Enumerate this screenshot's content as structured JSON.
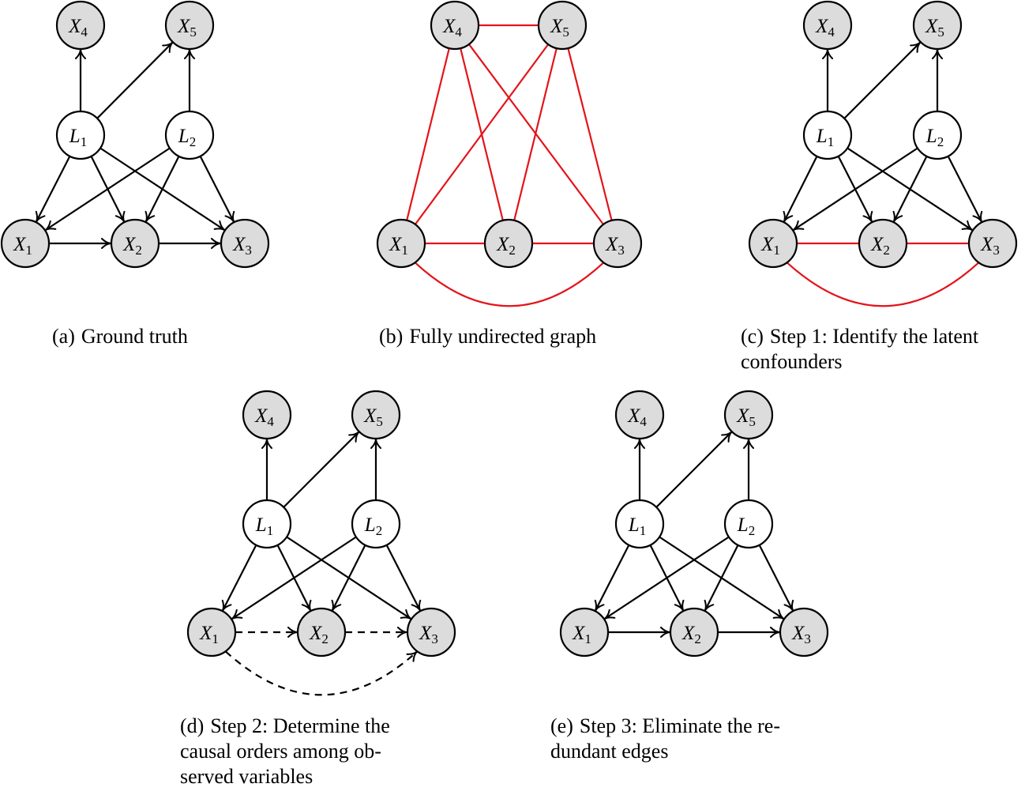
{
  "panels": [
    {
      "id": "a",
      "caption_tag": "(a)",
      "caption_text": "Ground truth",
      "nodes": [
        {
          "id": "X4",
          "letter": "X",
          "sub": "4",
          "kind": "observed"
        },
        {
          "id": "X5",
          "letter": "X",
          "sub": "5",
          "kind": "observed"
        },
        {
          "id": "L1",
          "letter": "L",
          "sub": "1",
          "kind": "latent"
        },
        {
          "id": "L2",
          "letter": "L",
          "sub": "2",
          "kind": "latent"
        },
        {
          "id": "X1",
          "letter": "X",
          "sub": "1",
          "kind": "observed"
        },
        {
          "id": "X2",
          "letter": "X",
          "sub": "2",
          "kind": "observed"
        },
        {
          "id": "X3",
          "letter": "X",
          "sub": "3",
          "kind": "observed"
        }
      ],
      "edges": [
        {
          "from": "L1",
          "to": "X4",
          "type": "directed"
        },
        {
          "from": "L1",
          "to": "X5",
          "type": "directed"
        },
        {
          "from": "L2",
          "to": "X5",
          "type": "directed"
        },
        {
          "from": "L1",
          "to": "X1",
          "type": "directed"
        },
        {
          "from": "L1",
          "to": "X2",
          "type": "directed"
        },
        {
          "from": "L1",
          "to": "X3",
          "type": "directed"
        },
        {
          "from": "L2",
          "to": "X1",
          "type": "directed"
        },
        {
          "from": "L2",
          "to": "X2",
          "type": "directed"
        },
        {
          "from": "L2",
          "to": "X3",
          "type": "directed"
        },
        {
          "from": "X1",
          "to": "X2",
          "type": "directed"
        },
        {
          "from": "X2",
          "to": "X3",
          "type": "directed"
        }
      ]
    },
    {
      "id": "b",
      "caption_tag": "(b)",
      "caption_text": "Fully undirected graph",
      "nodes": [
        {
          "id": "X4",
          "letter": "X",
          "sub": "4",
          "kind": "observed"
        },
        {
          "id": "X5",
          "letter": "X",
          "sub": "5",
          "kind": "observed"
        },
        {
          "id": "X1",
          "letter": "X",
          "sub": "1",
          "kind": "observed"
        },
        {
          "id": "X2",
          "letter": "X",
          "sub": "2",
          "kind": "observed"
        },
        {
          "id": "X3",
          "letter": "X",
          "sub": "3",
          "kind": "observed"
        }
      ],
      "edges": [
        {
          "from": "X4",
          "to": "X5",
          "type": "undirected"
        },
        {
          "from": "X4",
          "to": "X1",
          "type": "undirected"
        },
        {
          "from": "X4",
          "to": "X2",
          "type": "undirected"
        },
        {
          "from": "X4",
          "to": "X3",
          "type": "undirected"
        },
        {
          "from": "X5",
          "to": "X1",
          "type": "undirected"
        },
        {
          "from": "X5",
          "to": "X2",
          "type": "undirected"
        },
        {
          "from": "X5",
          "to": "X3",
          "type": "undirected"
        },
        {
          "from": "X1",
          "to": "X2",
          "type": "undirected"
        },
        {
          "from": "X2",
          "to": "X3",
          "type": "undirected"
        },
        {
          "from": "X1",
          "to": "X3",
          "type": "undirected-curved"
        }
      ]
    },
    {
      "id": "c",
      "caption_tag": "(c)",
      "caption_text": "Step 1: Identify the latent confounders",
      "nodes": [
        {
          "id": "X4",
          "letter": "X",
          "sub": "4",
          "kind": "observed"
        },
        {
          "id": "X5",
          "letter": "X",
          "sub": "5",
          "kind": "observed"
        },
        {
          "id": "L1",
          "letter": "L",
          "sub": "1",
          "kind": "latent"
        },
        {
          "id": "L2",
          "letter": "L",
          "sub": "2",
          "kind": "latent"
        },
        {
          "id": "X1",
          "letter": "X",
          "sub": "1",
          "kind": "observed"
        },
        {
          "id": "X2",
          "letter": "X",
          "sub": "2",
          "kind": "observed"
        },
        {
          "id": "X3",
          "letter": "X",
          "sub": "3",
          "kind": "observed"
        }
      ],
      "edges": [
        {
          "from": "L1",
          "to": "X4",
          "type": "directed"
        },
        {
          "from": "L1",
          "to": "X5",
          "type": "directed"
        },
        {
          "from": "L2",
          "to": "X5",
          "type": "directed"
        },
        {
          "from": "L1",
          "to": "X1",
          "type": "directed"
        },
        {
          "from": "L1",
          "to": "X2",
          "type": "directed"
        },
        {
          "from": "L1",
          "to": "X3",
          "type": "directed"
        },
        {
          "from": "L2",
          "to": "X1",
          "type": "directed"
        },
        {
          "from": "L2",
          "to": "X2",
          "type": "directed"
        },
        {
          "from": "L2",
          "to": "X3",
          "type": "directed"
        },
        {
          "from": "X1",
          "to": "X2",
          "type": "undirected"
        },
        {
          "from": "X2",
          "to": "X3",
          "type": "undirected"
        },
        {
          "from": "X1",
          "to": "X3",
          "type": "undirected-curved"
        }
      ]
    },
    {
      "id": "d",
      "caption_tag": "(d)",
      "caption_lines": [
        "Step 2: Determine the",
        "causal orders among ob-",
        "served variables"
      ],
      "nodes": [
        {
          "id": "X4",
          "letter": "X",
          "sub": "4",
          "kind": "observed"
        },
        {
          "id": "X5",
          "letter": "X",
          "sub": "5",
          "kind": "observed"
        },
        {
          "id": "L1",
          "letter": "L",
          "sub": "1",
          "kind": "latent"
        },
        {
          "id": "L2",
          "letter": "L",
          "sub": "2",
          "kind": "latent"
        },
        {
          "id": "X1",
          "letter": "X",
          "sub": "1",
          "kind": "observed"
        },
        {
          "id": "X2",
          "letter": "X",
          "sub": "2",
          "kind": "observed"
        },
        {
          "id": "X3",
          "letter": "X",
          "sub": "3",
          "kind": "observed"
        }
      ],
      "edges": [
        {
          "from": "L1",
          "to": "X4",
          "type": "directed"
        },
        {
          "from": "L1",
          "to": "X5",
          "type": "directed"
        },
        {
          "from": "L2",
          "to": "X5",
          "type": "directed"
        },
        {
          "from": "L1",
          "to": "X1",
          "type": "directed"
        },
        {
          "from": "L1",
          "to": "X2",
          "type": "directed"
        },
        {
          "from": "L1",
          "to": "X3",
          "type": "directed"
        },
        {
          "from": "L2",
          "to": "X1",
          "type": "directed"
        },
        {
          "from": "L2",
          "to": "X2",
          "type": "directed"
        },
        {
          "from": "L2",
          "to": "X3",
          "type": "directed"
        },
        {
          "from": "X1",
          "to": "X2",
          "type": "dashed"
        },
        {
          "from": "X2",
          "to": "X3",
          "type": "dashed"
        },
        {
          "from": "X1",
          "to": "X3",
          "type": "dashed-curved"
        }
      ]
    },
    {
      "id": "e",
      "caption_tag": "(e)",
      "caption_lines": [
        "Step 3: Eliminate the re-",
        "dundant edges"
      ],
      "nodes": [
        {
          "id": "X4",
          "letter": "X",
          "sub": "4",
          "kind": "observed"
        },
        {
          "id": "X5",
          "letter": "X",
          "sub": "5",
          "kind": "observed"
        },
        {
          "id": "L1",
          "letter": "L",
          "sub": "1",
          "kind": "latent"
        },
        {
          "id": "L2",
          "letter": "L",
          "sub": "2",
          "kind": "latent"
        },
        {
          "id": "X1",
          "letter": "X",
          "sub": "1",
          "kind": "observed"
        },
        {
          "id": "X2",
          "letter": "X",
          "sub": "2",
          "kind": "observed"
        },
        {
          "id": "X3",
          "letter": "X",
          "sub": "3",
          "kind": "observed"
        }
      ],
      "edges": [
        {
          "from": "L1",
          "to": "X4",
          "type": "directed"
        },
        {
          "from": "L1",
          "to": "X5",
          "type": "directed"
        },
        {
          "from": "L2",
          "to": "X5",
          "type": "directed"
        },
        {
          "from": "L1",
          "to": "X1",
          "type": "directed"
        },
        {
          "from": "L1",
          "to": "X2",
          "type": "directed"
        },
        {
          "from": "L1",
          "to": "X3",
          "type": "directed"
        },
        {
          "from": "L2",
          "to": "X1",
          "type": "directed"
        },
        {
          "from": "L2",
          "to": "X2",
          "type": "directed"
        },
        {
          "from": "L2",
          "to": "X3",
          "type": "directed"
        },
        {
          "from": "X1",
          "to": "X2",
          "type": "directed"
        },
        {
          "from": "X2",
          "to": "X3",
          "type": "directed"
        }
      ]
    }
  ],
  "colors": {
    "observed_fill": "#dcdcdc",
    "latent_fill": "#ffffff",
    "stroke": "#000000",
    "undirected_edge": "#e3141a"
  }
}
